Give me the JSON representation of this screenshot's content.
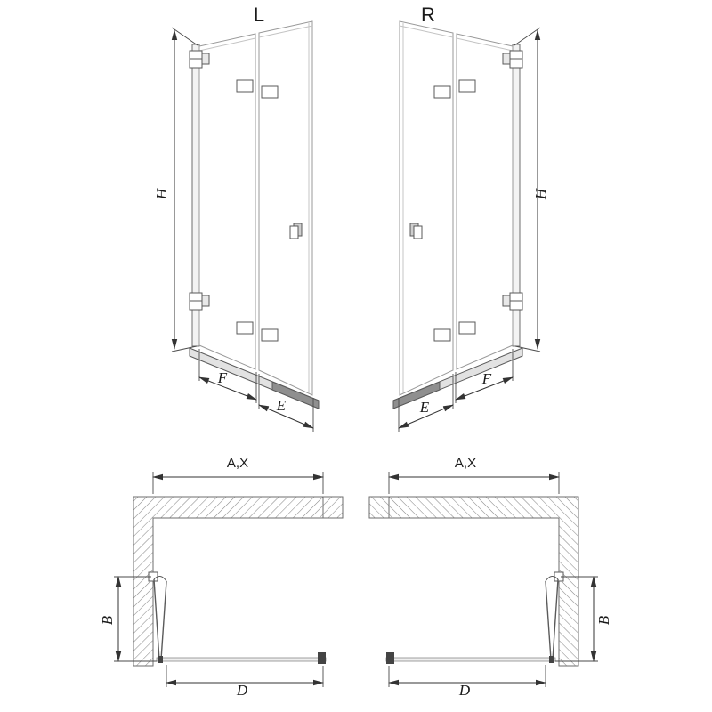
{
  "elevations": {
    "left": {
      "label": "L",
      "height": "H",
      "front_panel": "F",
      "side_panel": "E"
    },
    "right": {
      "label": "R",
      "height": "H",
      "front_panel": "F",
      "side_panel": "E"
    }
  },
  "plans": {
    "left": {
      "opening_width": "A,X",
      "door_projection": "B",
      "entry_width": "D"
    },
    "right": {
      "opening_width": "A,X",
      "door_projection": "B",
      "entry_width": "D"
    }
  },
  "colors": {
    "line": "#6e6e6e",
    "glass_line": "#9a9a9a",
    "dimension": "#333333",
    "dark_fill": "#3c3c3c",
    "hatch": "#8a8a8a",
    "threshold_fill": "#e2e2e2",
    "background": "#ffffff"
  }
}
